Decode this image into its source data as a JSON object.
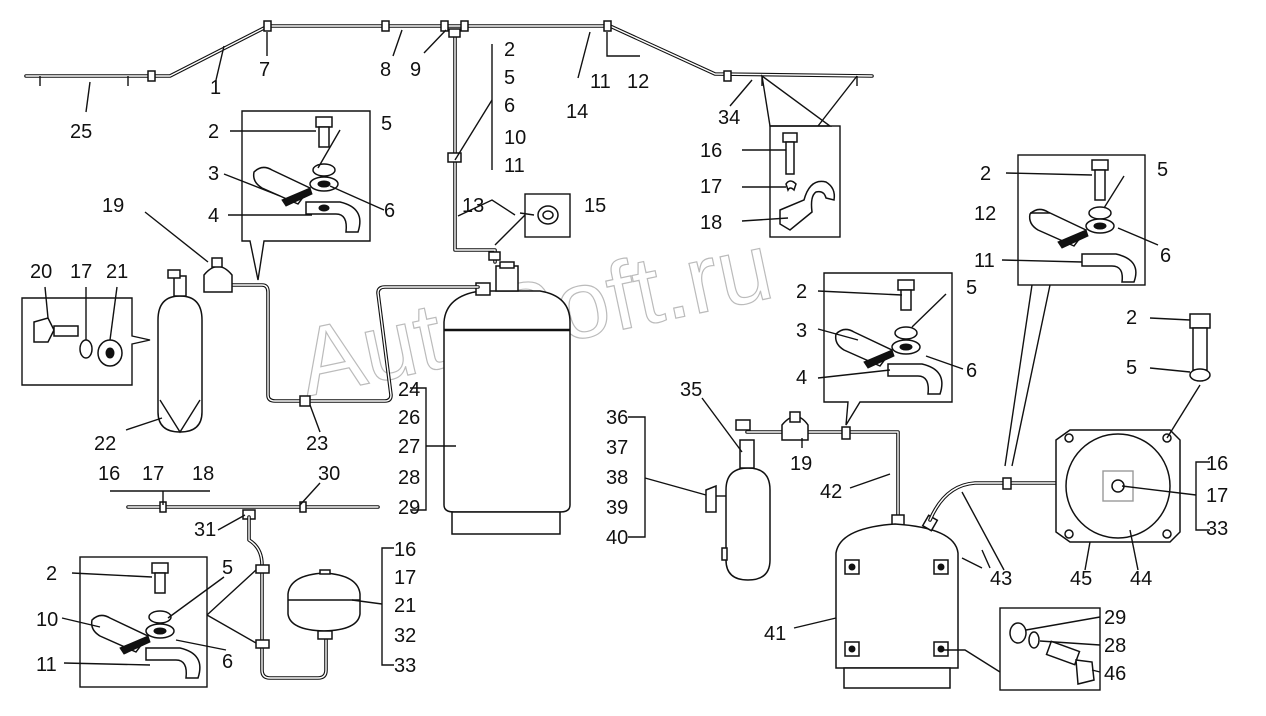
{
  "watermark": "AutoSoft.ru",
  "labels": {
    "l1": "1",
    "l7": "7",
    "l8": "8",
    "l9": "9",
    "l14": "14",
    "l11a": "11",
    "l12a": "12",
    "l34": "34",
    "l25": "25",
    "g2": "2",
    "g5": "5",
    "g6": "6",
    "g10": "10",
    "g11": "11",
    "a2": "2",
    "a5": "5",
    "a3": "3",
    "a6": "6",
    "a4": "4",
    "l13": "13",
    "l15": "15",
    "l19a": "19",
    "b16": "16",
    "b17": "17",
    "b18": "18",
    "c2": "2",
    "c5": "5",
    "c12": "12",
    "c6": "6",
    "c11": "11",
    "l20": "20",
    "l17a": "17",
    "l21a": "21",
    "d2": "2",
    "d5": "5",
    "d3": "3",
    "d6": "6",
    "d4": "4",
    "e2": "2",
    "e5": "5",
    "l35": "35",
    "l22": "22",
    "l23": "23",
    "h24": "24",
    "h26": "26",
    "h27": "27",
    "h28": "28",
    "h29": "29",
    "i36": "36",
    "i37": "37",
    "i38": "38",
    "i39": "39",
    "i40": "40",
    "l19b": "19",
    "l42": "42",
    "j16": "16",
    "j17": "17",
    "j33": "33",
    "k16": "16",
    "k17": "17",
    "k18": "18",
    "l30": "30",
    "l31": "31",
    "m16": "16",
    "m17": "17",
    "m21": "21",
    "m32": "32",
    "m33": "33",
    "n2": "2",
    "n5": "5",
    "n10": "10",
    "n6": "6",
    "n11": "11",
    "l43": "43",
    "l45": "45",
    "l44": "44",
    "l41": "41",
    "p29": "29",
    "p28": "28",
    "p46": "46"
  }
}
